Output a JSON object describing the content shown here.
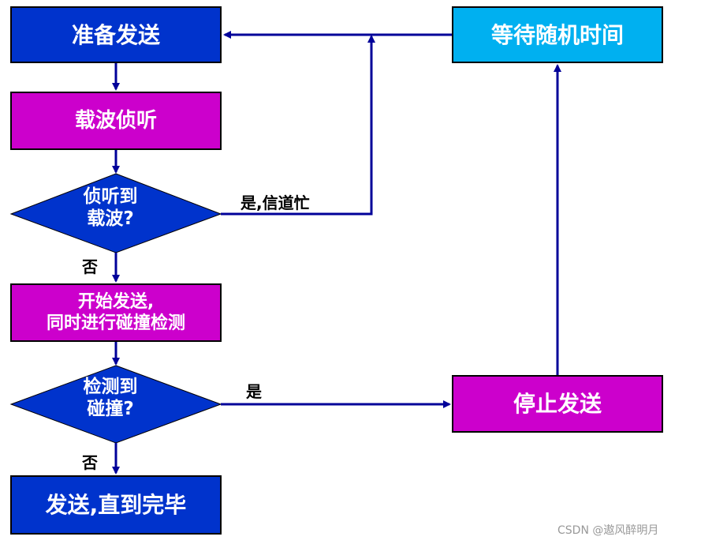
{
  "colors": {
    "blue": "#0033cc",
    "magenta": "#cc00cc",
    "cyan": "#00b0f0",
    "arrow": "#000099"
  },
  "nodes": {
    "prepare_send": "准备发送",
    "carrier_sense": "载波侦听",
    "detect_carrier_line1": "侦听到",
    "detect_carrier_line2": "载波?",
    "start_send_line1": "开始发送,",
    "start_send_line2": "同时进行碰撞检测",
    "detect_collision_line1": "检测到",
    "detect_collision_line2": "碰撞?",
    "send_until_done": "发送,直到完毕",
    "stop_send": "停止发送",
    "wait_random": "等待随机时间"
  },
  "edges": {
    "yes_busy": "是,信道忙",
    "no_1": "否",
    "yes_collision": "是",
    "no_2": "否"
  },
  "watermark": "CSDN @遨风醉明月"
}
